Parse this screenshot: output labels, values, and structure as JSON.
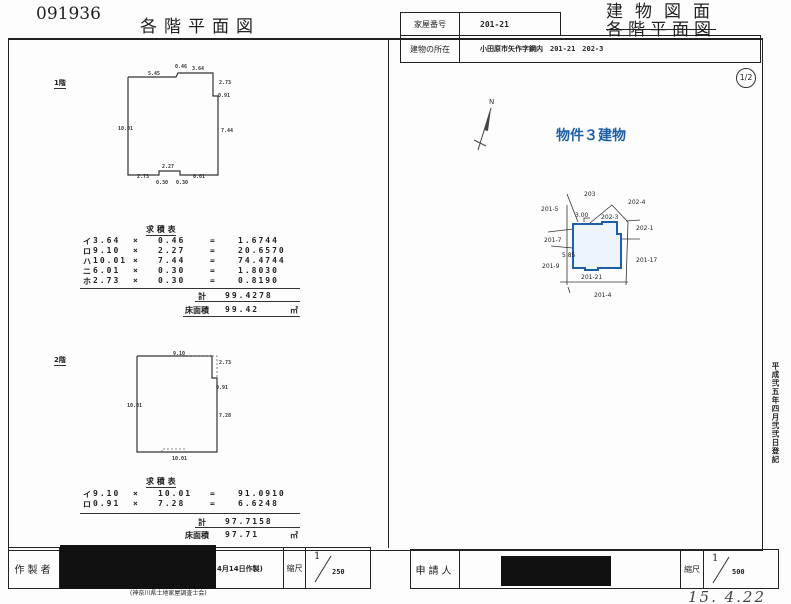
{
  "doc_number": "091936",
  "title": "各階平面図",
  "stamp_title": "建物図面",
  "stamp_struck": "各階平面図",
  "header": {
    "house_no_label": "家屋番号",
    "house_no": "201-21",
    "location_label": "建物の所在",
    "location": "小田原市矢作字鋼内　201-21　202-3"
  },
  "sheet": "1/2",
  "floor1": {
    "label": "1階",
    "dims": {
      "top_left": "5.45",
      "top_right": "3.64",
      "notch": "0.46",
      "right_small": "2.73",
      "step": "0.91",
      "right": "7.44",
      "left": "10.01",
      "bottom_notch": "2.27",
      "notch_l": "0.30",
      "notch_r": "0.30",
      "bottom_left": "2.73",
      "bottom_right": "6.01"
    },
    "table_title": "求 積 表",
    "rows": [
      {
        "k": "イ",
        "a": "3.64",
        "b": "0.46",
        "r": "1.6744"
      },
      {
        "k": "ロ",
        "a": "9.10",
        "b": "2.27",
        "r": "20.6570"
      },
      {
        "k": "ハ",
        "a": "10.01",
        "b": "7.44",
        "r": "74.4744"
      },
      {
        "k": "ニ",
        "a": "6.01",
        "b": "0.30",
        "r": "1.8030"
      },
      {
        "k": "ホ",
        "a": "2.73",
        "b": "0.30",
        "r": "0.8190"
      }
    ],
    "total_label": "計",
    "total": "99.4278",
    "area_label": "床面積",
    "area": "99.42",
    "unit": "㎡"
  },
  "floor2": {
    "label": "2階",
    "dims": {
      "top": "9.10",
      "right_small": "2.73",
      "step": "0.91",
      "right": "7.28",
      "left": "10.01",
      "bottom": "10.01"
    },
    "table_title": "求 積 表",
    "rows": [
      {
        "k": "イ",
        "a": "9.10",
        "b": "10.01",
        "r": "91.0910"
      },
      {
        "k": "ロ",
        "a": "0.91",
        "b": "7.28",
        "r": "6.6248"
      }
    ],
    "total_label": "計",
    "total": "97.7158",
    "area_label": "床面積",
    "area": "97.71",
    "unit": "㎡"
  },
  "site": {
    "title": "物件３建物",
    "title_color": "#1f5fa8",
    "north": "N",
    "lots": [
      "203",
      "202-4",
      "201-5",
      "202-3",
      "202-1",
      "201-7",
      "201-9",
      "201-21",
      "201-17",
      "201-4"
    ],
    "side_label": "3.00",
    "side_label2": "5.85"
  },
  "registration": "平成弐五年四月弐弐日登記",
  "footer": {
    "maker_label": "作製者",
    "made_date": "4月14日作製)",
    "association": "(神奈川県土地家屋調査士会)",
    "scale_label": "縮尺",
    "scale_left_num": "1",
    "scale_left_den": "250",
    "applicant_label": "申請人",
    "scale_right_num": "1",
    "scale_right_den": "500",
    "handwritten_date": "15. 4.22"
  }
}
